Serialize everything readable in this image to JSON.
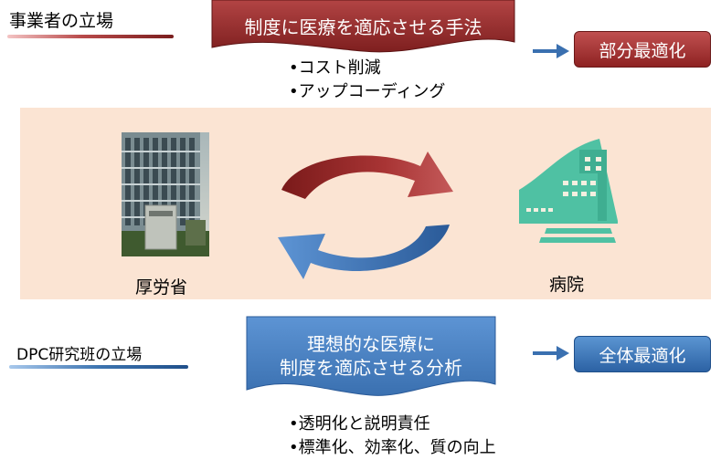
{
  "top": {
    "side_label": "事業者の立場",
    "banner_text": "制度に医療を適応させる手法",
    "result_label": "部分最適化",
    "bullets": [
      "•コスト削減",
      "•アップコーディング"
    ]
  },
  "middle": {
    "left_caption": "厚労省",
    "right_caption": "病院"
  },
  "bottom": {
    "side_label": "DPC研究班の立場",
    "banner_line1": "理想的な医療に",
    "banner_line2": "制度を適応させる分析",
    "result_label": "全体最適化",
    "bullets": [
      "•透明化と説明責任",
      "•標準化、効率化、質の向上"
    ]
  },
  "colors": {
    "red_accent": "#9b2c2c",
    "blue_accent": "#3a70b0",
    "band": "#fbe4d3",
    "teal": "#4fc1a3"
  }
}
